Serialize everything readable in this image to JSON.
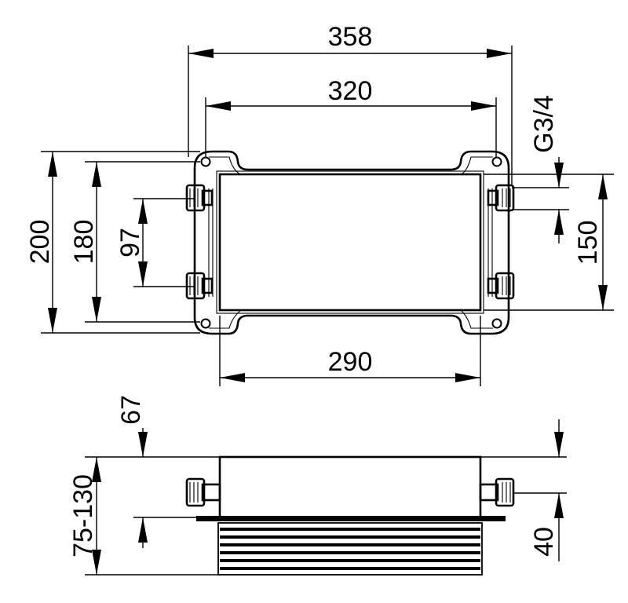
{
  "dimensions": {
    "total_width": "358",
    "hole_spacing_width": "320",
    "inner_width": "290",
    "total_height": "200",
    "hole_spacing_height": "180",
    "connector_spacing": "97",
    "side_height": "150",
    "thread_size": "G3/4",
    "depth_upper": "67",
    "depth_range": "75-130",
    "connector_depth": "40"
  }
}
